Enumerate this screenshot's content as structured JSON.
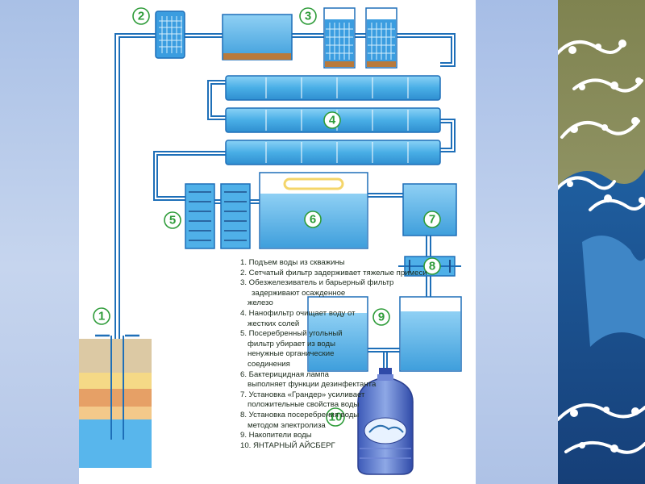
{
  "colors": {
    "slide_bg": "#ffffff",
    "side_bg": "#b9cbea",
    "pipe": "#1e6fb8",
    "tank_fill": "#4fb0e8",
    "label_green": "#2f9c3a",
    "lamp": "#f4d56a",
    "wave_sky": "#8a8e5a",
    "wave_sea": "#2a6fae"
  },
  "diagram": {
    "labels": [
      "1",
      "2",
      "3",
      "4",
      "5",
      "6",
      "7",
      "8",
      "9",
      "10"
    ]
  },
  "legend": {
    "items": [
      [
        "1. Подъем воды из скважины"
      ],
      [
        "2. Сетчатый фильтр задерживает тяжелые примеси"
      ],
      [
        "3. Обезжелезиватель и барьерный фильтр",
        "задерживают осажденное",
        "железо"
      ],
      [
        "4. Нанофильтр очищает воду от",
        "жестких солей"
      ],
      [
        "5. Посеребренный угольный",
        "фильтр убирает из воды",
        "ненужные органические",
        "соединения"
      ],
      [
        "6. Бактерицидная лампа",
        "выполняет функции дезинфектанта"
      ],
      [
        "7. Установка «Грандер» усиливает",
        "положительные свойства воды"
      ],
      [
        "8. Установка посеребрения воды",
        "методом электролиза"
      ],
      [
        "9. Накопители воды"
      ],
      [
        "10. ЯНТАРНЫЙ АЙСБЕРГ"
      ]
    ]
  },
  "icons": [
    "filter-mesh-icon",
    "water-bottle-icon",
    "uv-lamp-icon",
    "wave-icon"
  ]
}
